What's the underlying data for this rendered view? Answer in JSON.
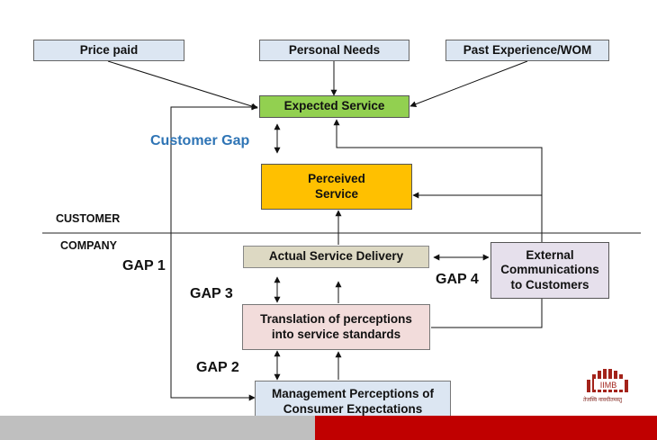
{
  "inputs": {
    "price_paid": "Price paid",
    "personal_needs": "Personal Needs",
    "past_experience": "Past Experience/WOM"
  },
  "boxes": {
    "expected_service": "Expected Service",
    "perceived_service_line1": "Perceived",
    "perceived_service_line2": "Service",
    "actual_service_delivery": "Actual Service Delivery",
    "external_comms_line1": "External",
    "external_comms_line2": "Communications",
    "external_comms_line3": "to Customers",
    "translation_line1": "Translation of perceptions",
    "translation_line2": "into service standards",
    "management_line1": "Management Perceptions of",
    "management_line2": "Consumer Expectations"
  },
  "zones": {
    "customer": "CUSTOMER",
    "company": "COMPANY"
  },
  "gaps": {
    "customer_gap": "Customer Gap",
    "gap1": "GAP 1",
    "gap2": "GAP 2",
    "gap3": "GAP 3",
    "gap4": "GAP 4"
  },
  "logo": {
    "text": "IIMB",
    "caption": "तेजस्वि नावधीतमस्तु"
  },
  "colors": {
    "expected": "#92d050",
    "perceived": "#ffc000",
    "actual": "#ddd9c3",
    "translation": "#f2dcdb",
    "management": "#dce6f2",
    "external": "#e6e0ec",
    "customer_gap": "#2e74b5",
    "band_grey": "#bfbfbf",
    "band_red": "#c00000",
    "logo": "#a3231a"
  }
}
